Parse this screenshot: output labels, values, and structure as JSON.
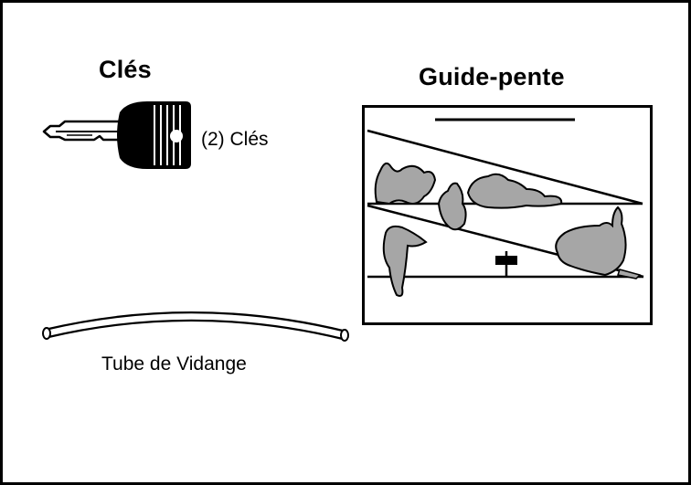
{
  "keys": {
    "title": "Clés",
    "caption": "(2) Clés"
  },
  "slope_guide": {
    "title": "Guide-pente"
  },
  "drain_tube": {
    "caption": "Tube de Vidange"
  },
  "colors": {
    "line": "#000000",
    "shrub_fill": "#a6a6a6",
    "background": "#ffffff"
  }
}
